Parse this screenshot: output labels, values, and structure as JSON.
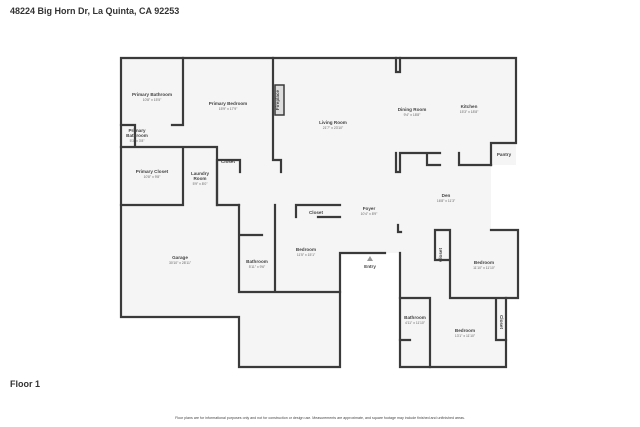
{
  "title": "48224 Big Horn Dr, La Quinta, CA 92253",
  "floor_label": "Floor 1",
  "disclaimer": "Floor plans are for informational purposes only and not for construction or design use. Measurements are approximate, and square footage may include finished and unfinished areas.",
  "rooms": [
    {
      "name": "Primary Bathroom",
      "dim": "10'8\" x 15'5\""
    },
    {
      "name": "Primary Bedroom",
      "dim": "15'9\" x 17'9\""
    },
    {
      "name": "Primary Bathroom",
      "dim": "5'3\" x 3'8\""
    },
    {
      "name": "Primary Closet",
      "dim": "10'8\" x 9'8\""
    },
    {
      "name": "Laundry Room",
      "dim": "5'9\" x 8'0\""
    },
    {
      "name": "Living Room",
      "dim": "21'7\" x 23'10\""
    },
    {
      "name": "Dining Room",
      "dim": "9'4\" x 18'8\""
    },
    {
      "name": "Kitchen",
      "dim": "15'3\" x 18'8\""
    },
    {
      "name": "Den",
      "dim": "16'8\" x 11'3\""
    },
    {
      "name": "Foyer",
      "dim": "10'4\" x 8'9\""
    },
    {
      "name": "Garage",
      "dim": "30'10\" x 28'11\""
    },
    {
      "name": "Bathroom",
      "dim": "5'11\" x 9'6\""
    },
    {
      "name": "Bedroom",
      "dim": "11'5\" x 15'1\""
    },
    {
      "name": "Bedroom",
      "dim": "11'10\" x 11'10\""
    },
    {
      "name": "Bathroom",
      "dim": "4'11\" x 11'10\""
    },
    {
      "name": "Bedroom",
      "dim": "13'1\" x 11'10\""
    }
  ],
  "labels": {
    "fireplace": "Fireplace",
    "closet": "Closet",
    "pantry": "Pantry",
    "entry": "Entry"
  },
  "colors": {
    "floor": "#f5f5f5",
    "wall": "#3a3a3a"
  }
}
